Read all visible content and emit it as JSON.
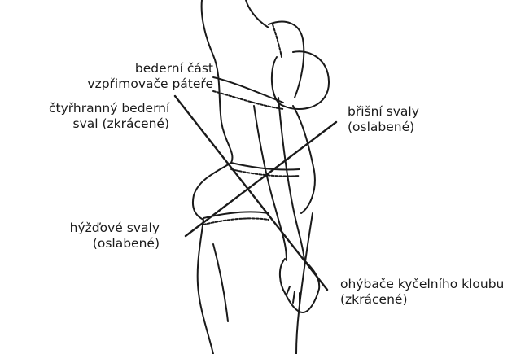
{
  "labels": {
    "lumbar_erector": {
      "line1": "bederní část",
      "line2": "vzpřimovače páteře"
    },
    "quadratus_lumborum": {
      "line1": "čtyřhranný bederní",
      "line2": "sval (zkrácené)"
    },
    "abdominal": {
      "line1": "břišní svaly",
      "line2": "(oslabené)"
    },
    "gluteal": {
      "line1": "hýžďové svaly",
      "line2": "(oslabené)"
    },
    "hip_flexors": {
      "line1": "ohýbače kyčelního kloubu",
      "line2": "(zkrácené)"
    }
  },
  "colors": {
    "ink": "#1a1a1a",
    "background": "#ffffff"
  }
}
